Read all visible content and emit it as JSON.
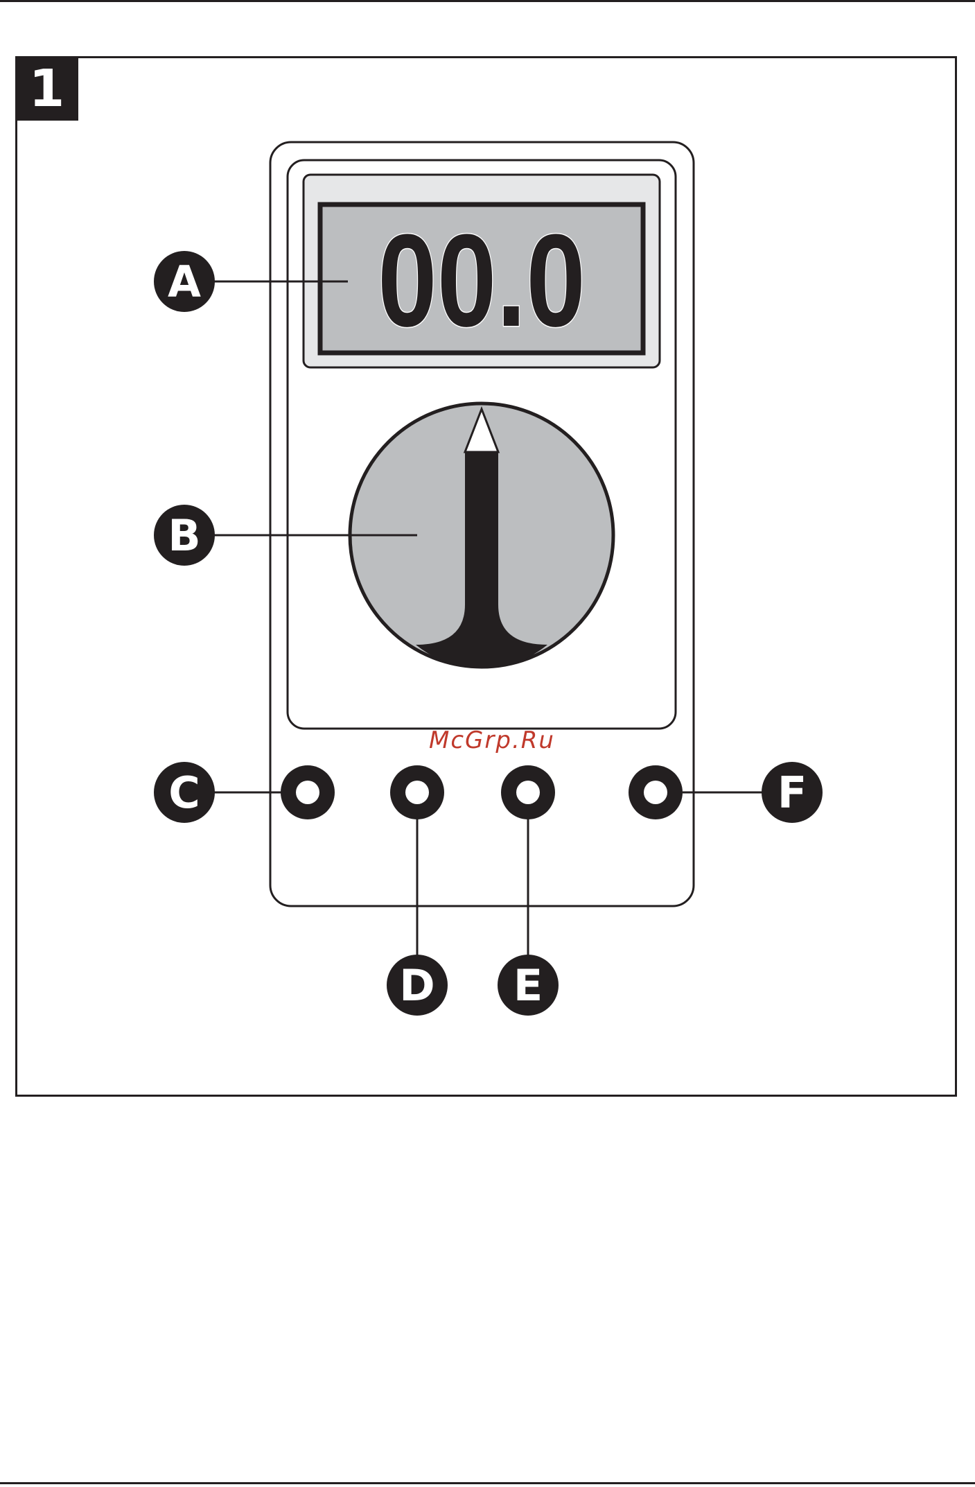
{
  "figure": {
    "number": "1"
  },
  "display": {
    "reading": "00.0"
  },
  "callouts": {
    "a": "A",
    "b": "B",
    "c": "C",
    "d": "D",
    "e": "E",
    "f": "F"
  },
  "watermark": "McGrp.Ru",
  "colors": {
    "ink": "#231f20",
    "display_bg": "#bcbec0",
    "bezel_bg": "#e6e7e8",
    "dial_bg": "#bcbec0",
    "watermark": "#c0392b"
  }
}
